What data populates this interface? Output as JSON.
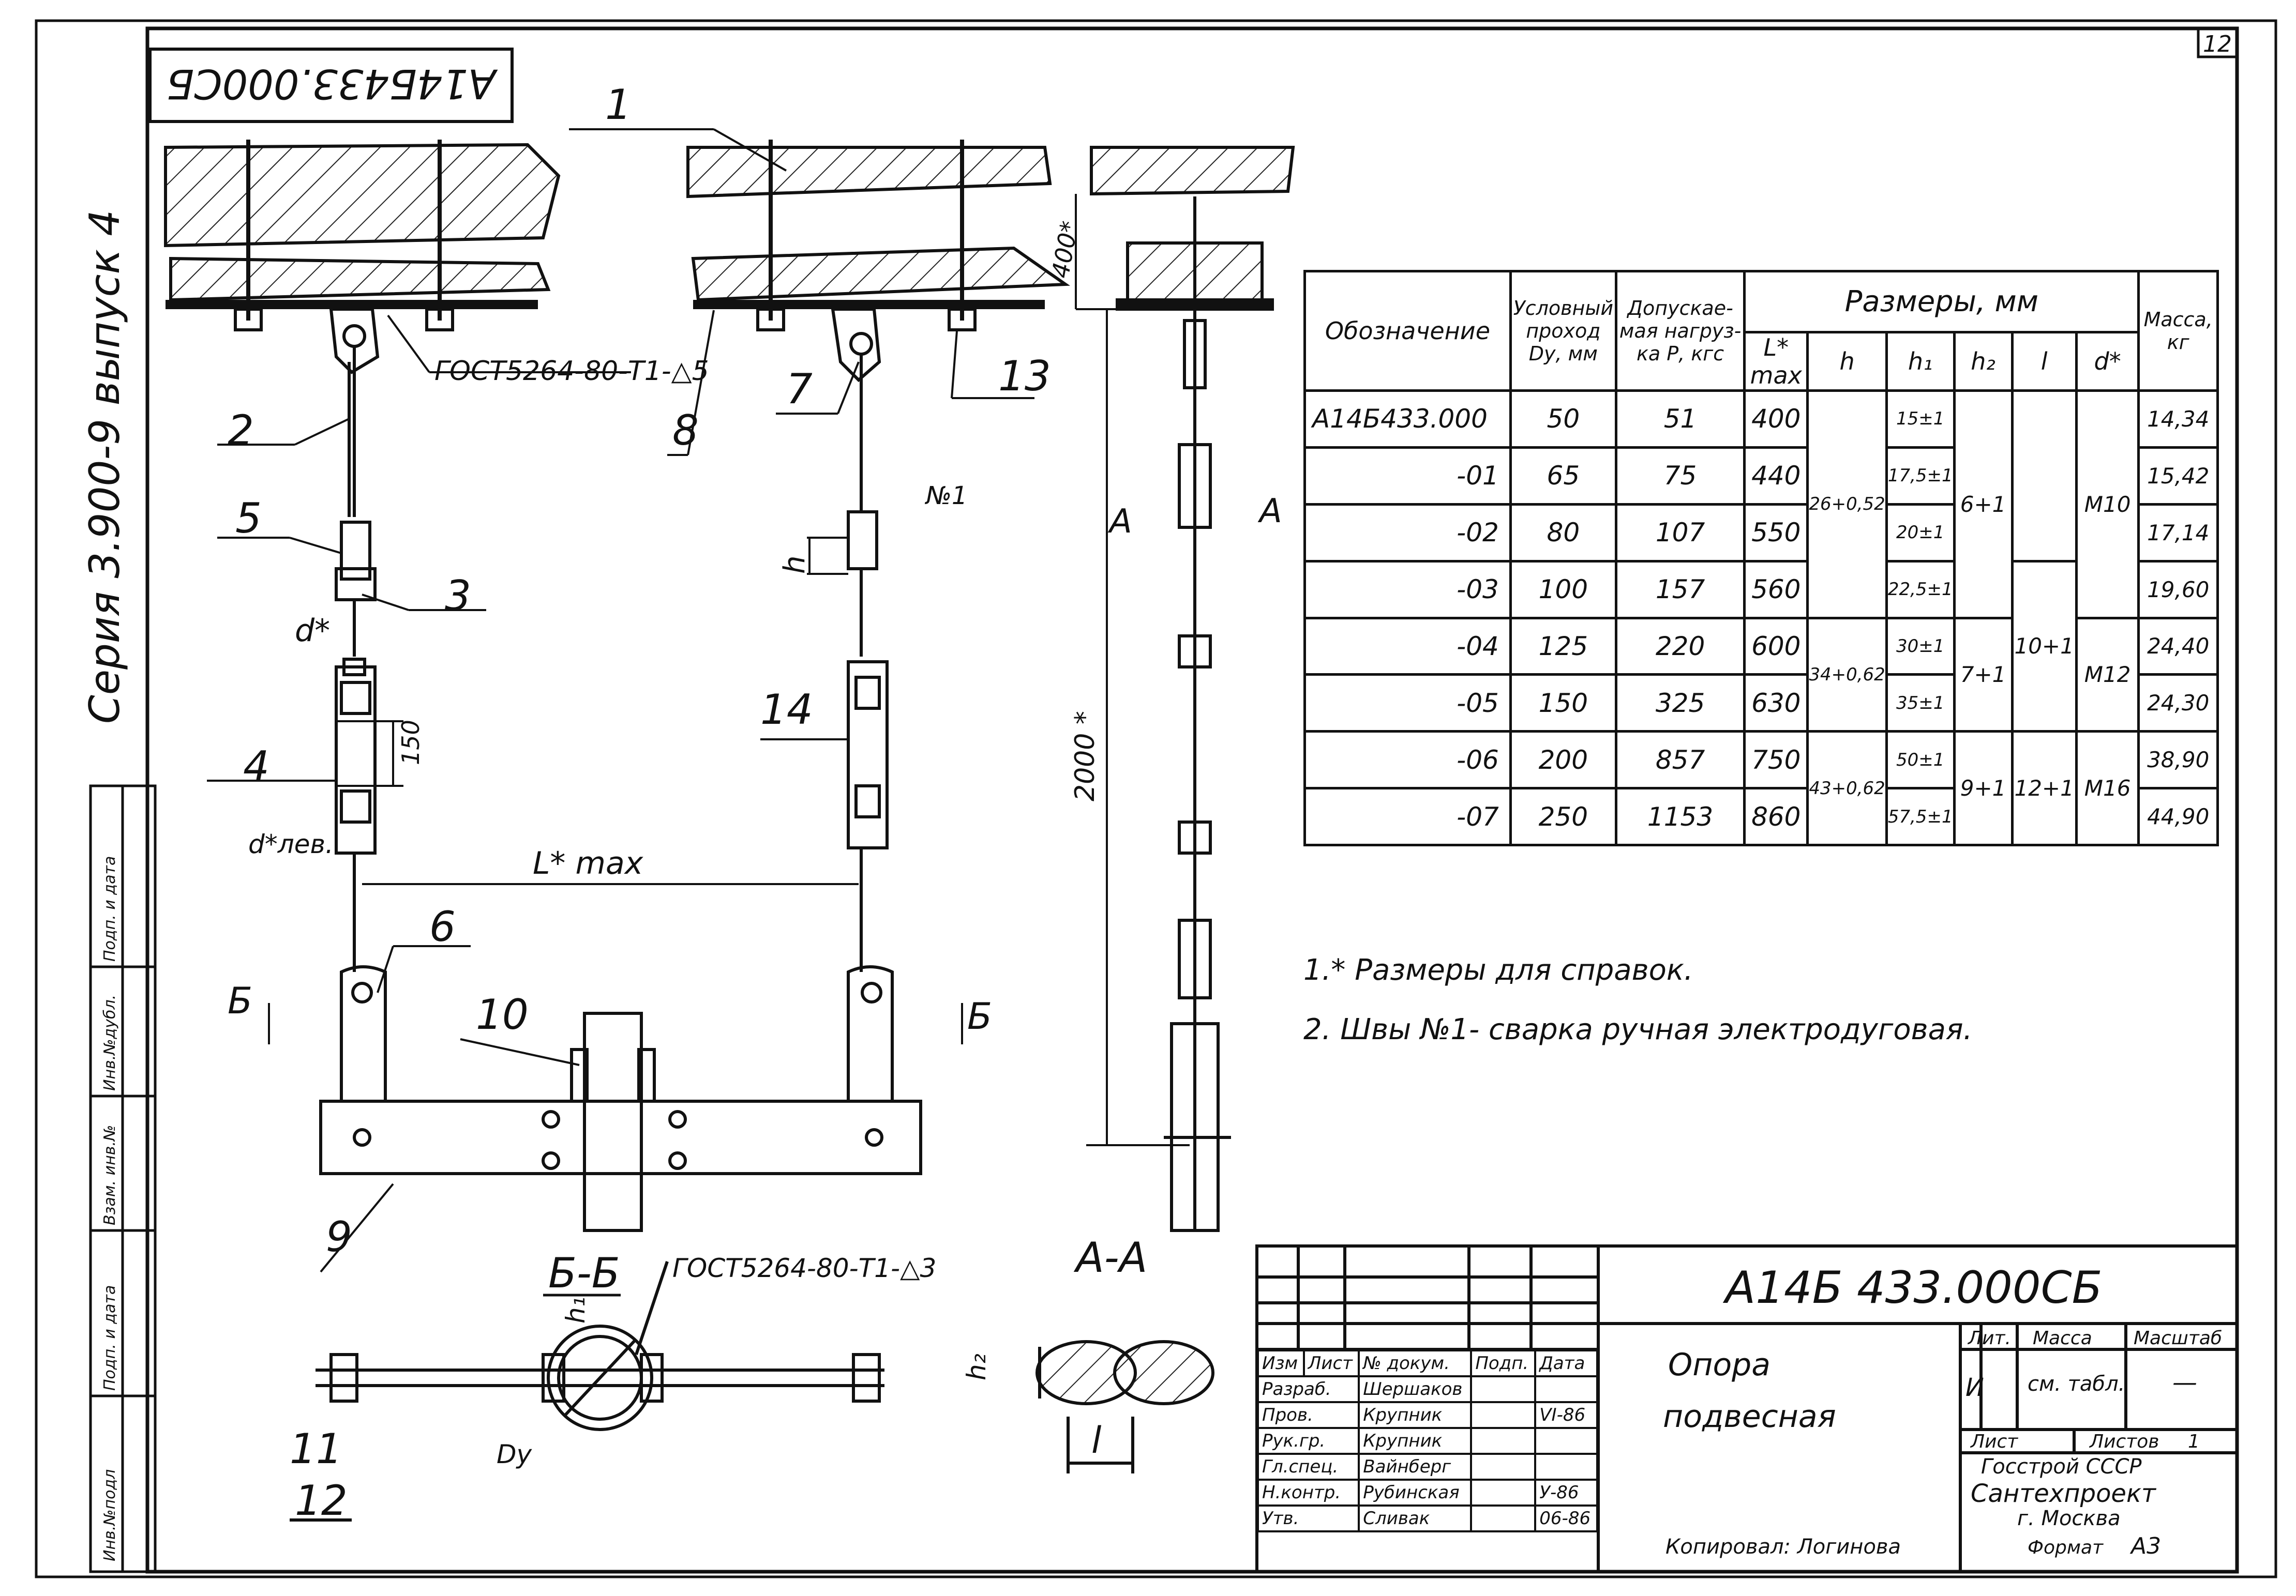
{
  "doc": {
    "stamp_code": "А14Б433.000СБ",
    "series_text": "Серия 3.900-9 выпуск 4",
    "sheet_corner": "12",
    "copied_by": "Копировал: Логинова",
    "format_label": "Формат",
    "format_value": "А3"
  },
  "drawing": {
    "callouts": [
      "1",
      "2",
      "3",
      "4",
      "5",
      "6",
      "7",
      "8",
      "9",
      "10",
      "11",
      "12",
      "13",
      "14"
    ],
    "weld_label_top": "ГОСТ5264-80-Т1-△5",
    "weld_label_section": "ГОСТ5264-80-Т1-△3",
    "dim_400": "400*",
    "dim_2000": "2000 *",
    "dim_150": "150",
    "dim_h": "h",
    "dim_h1": "h₁",
    "dim_h2": "h₂",
    "dim_l": "l",
    "dim_d": "d*",
    "dim_d_left": "d*лев.",
    "dim_lmax": "L* max",
    "dim_dy": "Dу",
    "weld_n1": "№1",
    "section_a": "А",
    "section_b": "Б",
    "view_aa": "А-А",
    "view_bb": "Б-Б"
  },
  "spec_table": {
    "headers": {
      "designation": "Обозначение",
      "dn": "Условный проход Dу, мм",
      "load": "Допускае-мая нагруз-ка Р, кгс",
      "sizes": "Размеры, мм",
      "lmax": "L* max",
      "h": "h",
      "h1": "h₁",
      "h2": "h₂",
      "l": "l",
      "d": "d*",
      "mass": "Масса, кг"
    },
    "rows": [
      {
        "designation": "А14Б433.000",
        "dn": "50",
        "load": "51",
        "lmax": "400",
        "h1": "15±1",
        "mass": "14,34"
      },
      {
        "designation": "-01",
        "dn": "65",
        "load": "75",
        "lmax": "440",
        "h1": "17,5±1",
        "mass": "15,42"
      },
      {
        "designation": "-02",
        "dn": "80",
        "load": "107",
        "lmax": "550",
        "h1": "20±1",
        "mass": "17,14"
      },
      {
        "designation": "-03",
        "dn": "100",
        "load": "157",
        "lmax": "560",
        "h1": "22,5±1",
        "mass": "19,60"
      },
      {
        "designation": "-04",
        "dn": "125",
        "load": "220",
        "lmax": "600",
        "h1": "30±1",
        "mass": "24,40"
      },
      {
        "designation": "-05",
        "dn": "150",
        "load": "325",
        "lmax": "630",
        "h1": "35±1",
        "mass": "24,30"
      },
      {
        "designation": "-06",
        "dn": "200",
        "load": "857",
        "lmax": "750",
        "h1": "50±1",
        "mass": "38,90"
      },
      {
        "designation": "-07",
        "dn": "250",
        "load": "1153",
        "lmax": "860",
        "h1": "57,5±1",
        "mass": "44,90"
      }
    ],
    "merged": {
      "h_a": "26+0,52",
      "h_b": "34+0,62",
      "h_c": "43+0,62",
      "h2_a": "6+1",
      "h2_b": "7+1",
      "h2_c": "9+1",
      "l_a": "10+1",
      "l_b": "12+1",
      "d_a": "M10",
      "d_b": "M12",
      "d_c": "M16"
    }
  },
  "notes": [
    "1.* Размеры для справок.",
    "2. Швы №1- сварка ручная электродуговая."
  ],
  "left_strip": [
    "Инв.№подл",
    "Подп. и дата",
    "Взам. инв.№",
    "Инв.№дубл.",
    "Подп. и дата"
  ],
  "title_block": {
    "code": "А14Б 433.000СБ",
    "name_line1": "Опора",
    "name_line2": "подвесная",
    "col_headers": [
      "Изм",
      "Лист",
      "№ докум.",
      "Подп.",
      "Дата"
    ],
    "roles": [
      {
        "role": "Разраб.",
        "name": "Шершаков",
        "date": ""
      },
      {
        "role": "Пров.",
        "name": "Крупник",
        "date": "VI-86"
      },
      {
        "role": "Рук.гр.",
        "name": "Крупник",
        "date": ""
      },
      {
        "role": "Гл.спец.",
        "name": "Вайнберг",
        "date": ""
      },
      {
        "role": "Н.контр.",
        "name": "Рубинская",
        "date": "У-86"
      },
      {
        "role": "Утв.",
        "name": "Сливак",
        "date": "06-86"
      }
    ],
    "lit_label": "Лит.",
    "mass_label": "Масса",
    "scale_label": "Масштаб",
    "lit_value": "И",
    "mass_value": "см. табл.",
    "scale_value": "—",
    "sheet_label": "Лист",
    "sheets_label": "Листов",
    "sheets_value": "1",
    "org_line1": "Госстрой СССР",
    "org_line2": "Сантехпроект",
    "org_line3": "г. Москва"
  }
}
